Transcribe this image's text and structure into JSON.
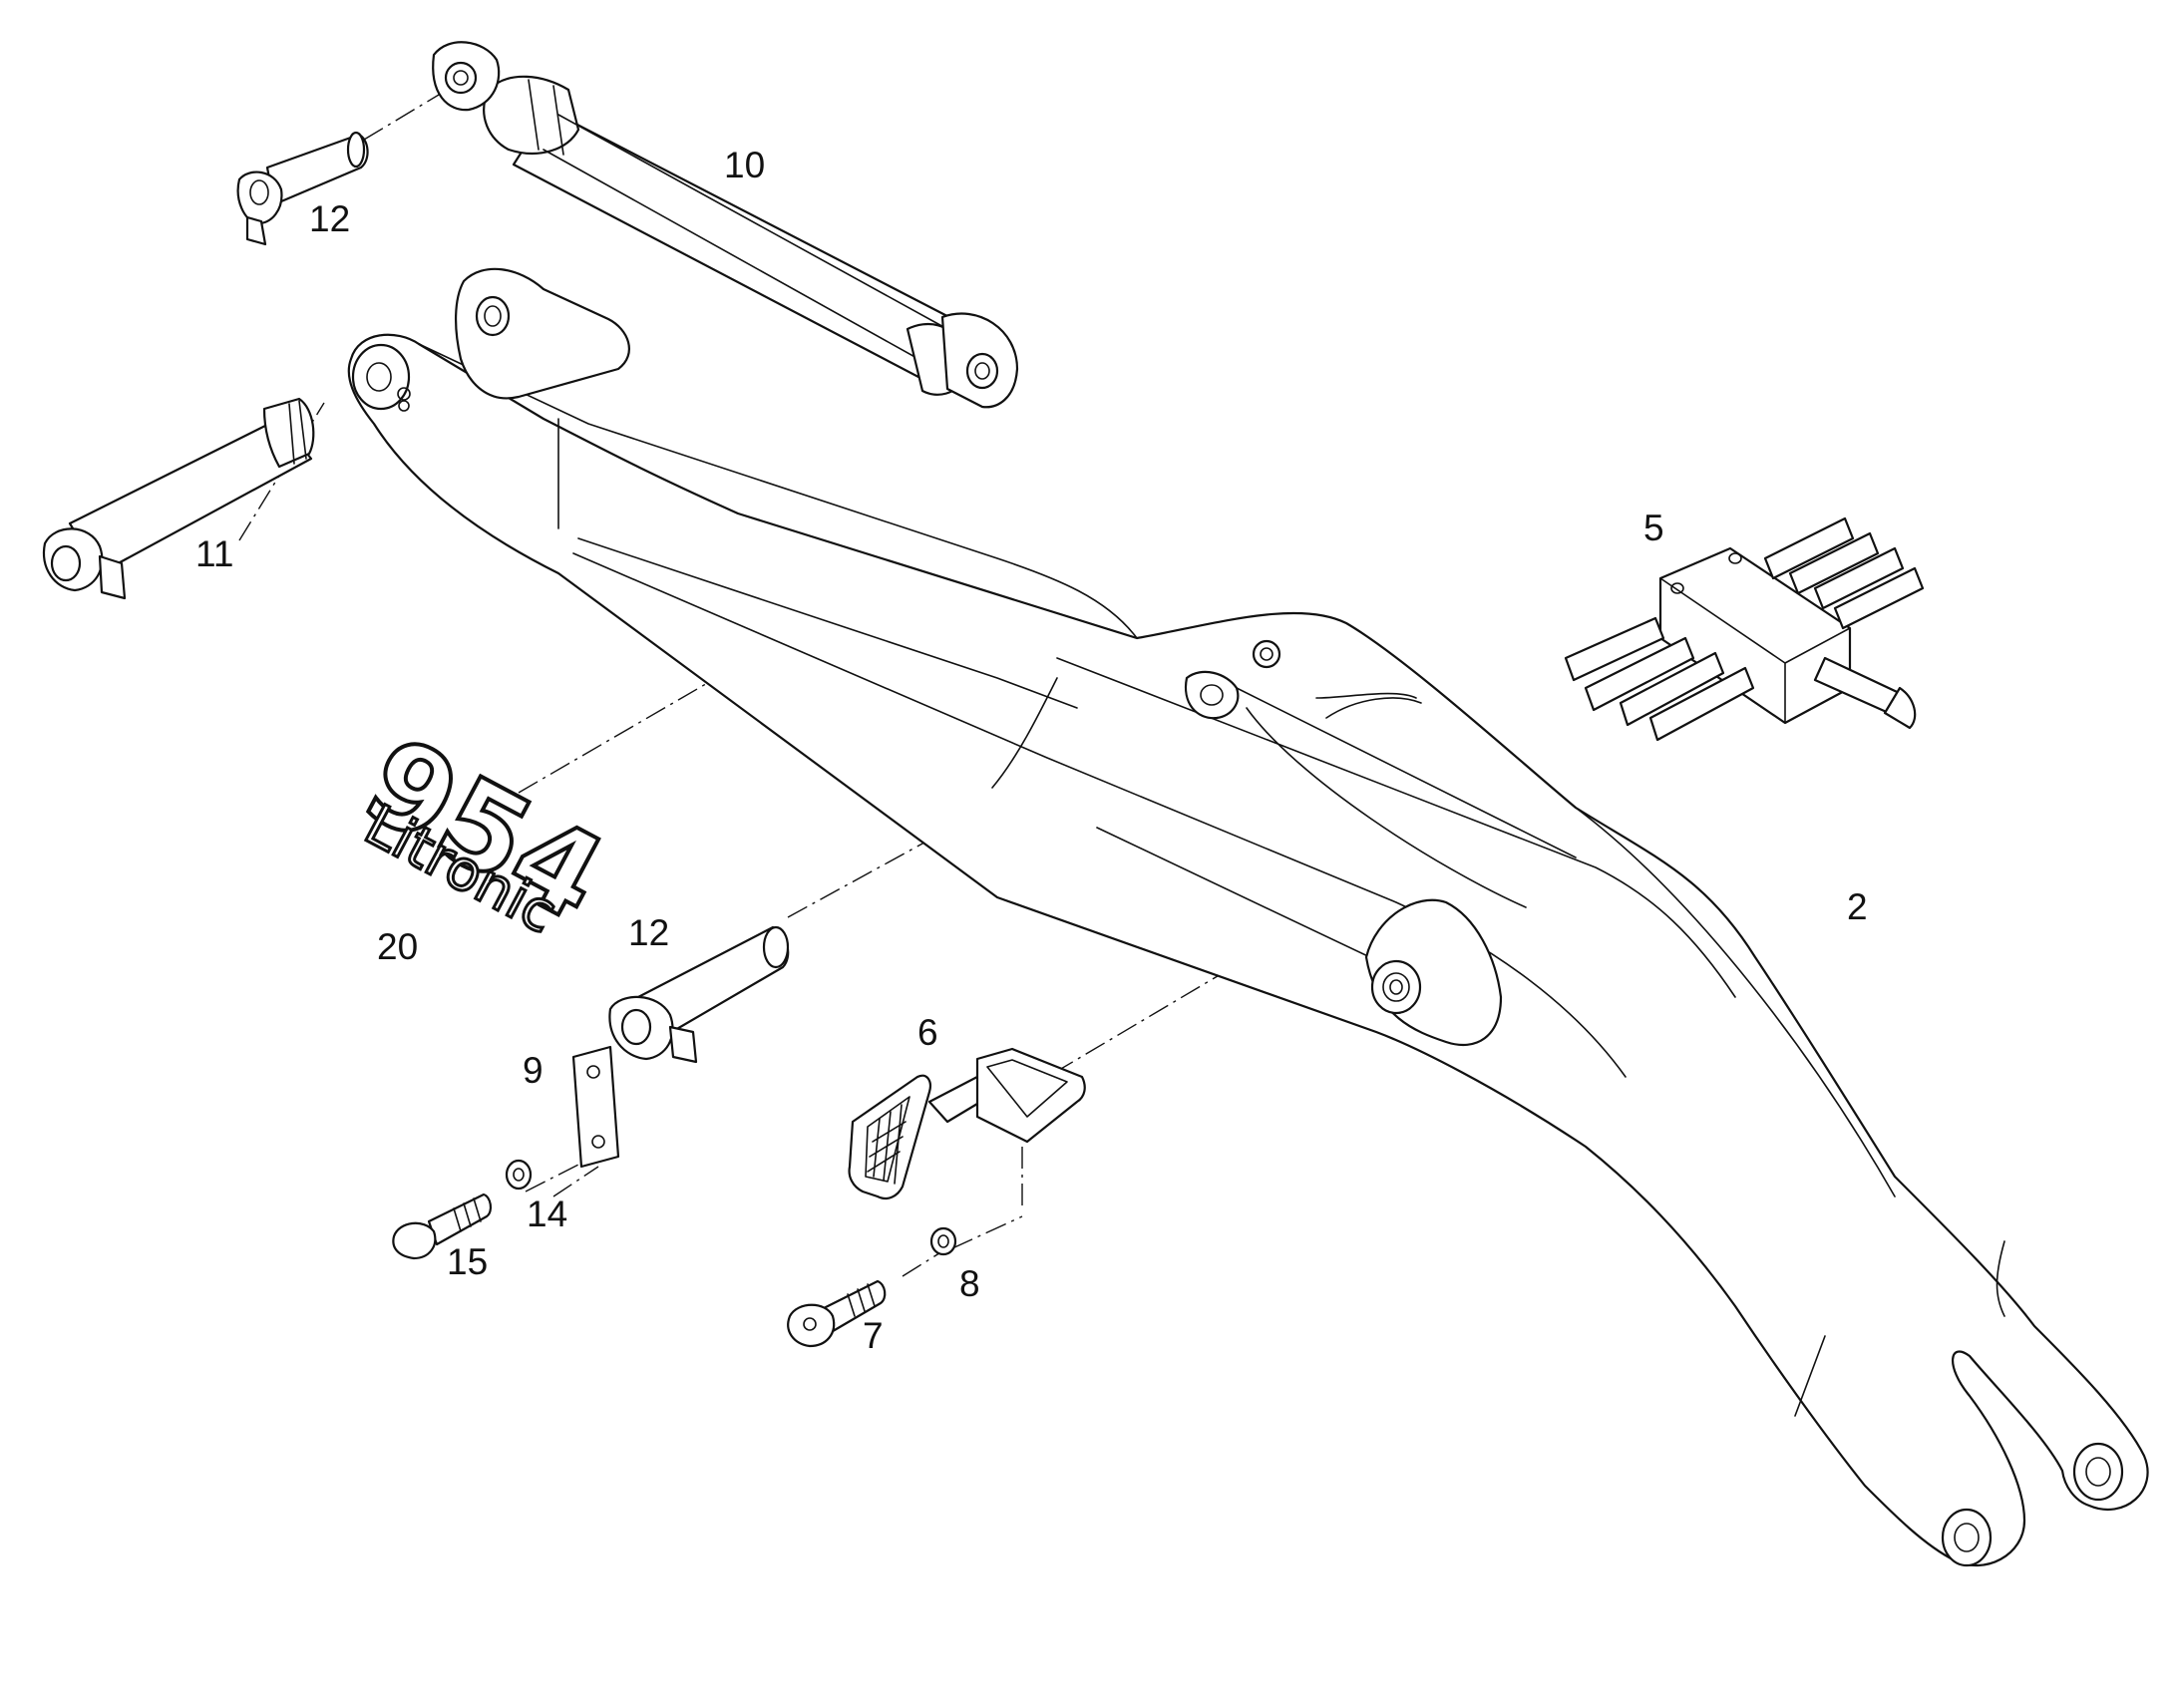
{
  "diagram": {
    "callouts": {
      "c2": "2",
      "c5": "5",
      "c6": "6",
      "c7": "7",
      "c8": "8",
      "c9": "9",
      "c10": "10",
      "c11": "11",
      "c12a": "12",
      "c12b": "12",
      "c14": "14",
      "c15": "15",
      "c20": "20"
    },
    "decal": {
      "model": "954",
      "brand": "Litronic"
    }
  }
}
